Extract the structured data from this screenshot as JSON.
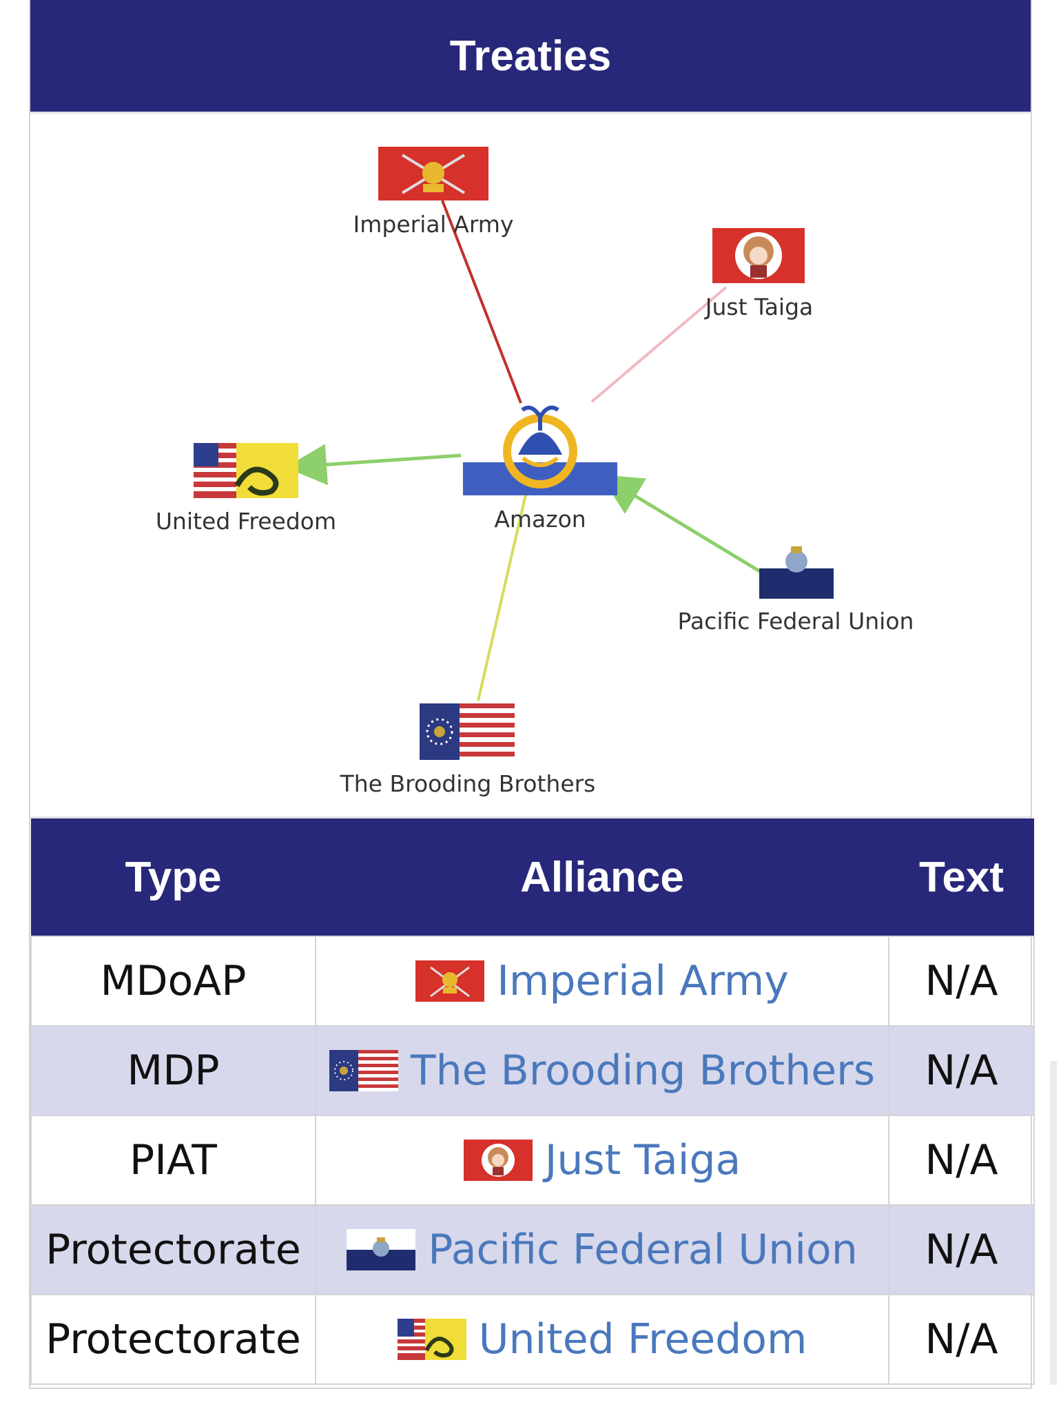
{
  "header": {
    "title": "Treaties"
  },
  "graph": {
    "center": {
      "label": "Amazon"
    },
    "nodes": [
      {
        "label": "Imperial Army",
        "flag": "british-army-flag-icon",
        "link_color": "#c0312b",
        "arrow": false
      },
      {
        "label": "Just Taiga",
        "flag": "anime-girl-flag-icon",
        "link_color": "#f2b8c0",
        "arrow": false
      },
      {
        "label": "United Freedom",
        "flag": "gadsden-snake-flag-icon",
        "link_color": "#8dcf6a",
        "arrow": "outgoing"
      },
      {
        "label": "Pacific Federal Union",
        "flag": "san-marino-style-flag-icon",
        "link_color": "#8dcf6a",
        "arrow": "incoming"
      },
      {
        "label": "The Brooding Brothers",
        "flag": "stars-and-stripes-flag-icon",
        "link_color": "#d6dc5c",
        "arrow": false
      }
    ]
  },
  "table": {
    "headers": {
      "type": "Type",
      "alliance": "Alliance",
      "text": "Text"
    },
    "rows": [
      {
        "type": "MDoAP",
        "alliance": "Imperial Army",
        "flag": "british-army-flag-icon",
        "text": "N/A"
      },
      {
        "type": "MDP",
        "alliance": "The Brooding Brothers",
        "flag": "stars-and-stripes-flag-icon",
        "text": "N/A"
      },
      {
        "type": "PIAT",
        "alliance": "Just Taiga",
        "flag": "anime-girl-flag-icon",
        "text": "N/A"
      },
      {
        "type": "Protectorate",
        "alliance": "Pacific Federal Union",
        "flag": "san-marino-style-flag-icon",
        "text": "N/A"
      },
      {
        "type": "Protectorate",
        "alliance": "United Freedom",
        "flag": "gadsden-snake-flag-icon",
        "text": "N/A"
      }
    ]
  },
  "colors": {
    "header_bg": "#28287a",
    "alt_row_bg": "#d7d8eb",
    "link": "#4a78bc"
  }
}
